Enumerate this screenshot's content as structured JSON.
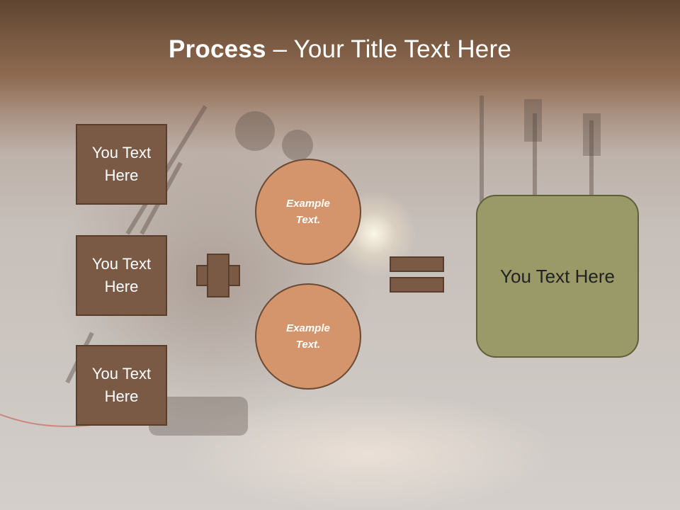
{
  "title": {
    "bold": "Process",
    "rest": " – Your Title Text Here"
  },
  "inputs": [
    {
      "label": "You Text Here"
    },
    {
      "label": "You Text Here"
    },
    {
      "label": "You Text Here"
    }
  ],
  "examples": [
    {
      "line1": "Example",
      "line2": "Text."
    },
    {
      "line1": "Example",
      "line2": "Text."
    }
  ],
  "result": {
    "label": "You Text Here"
  },
  "colors": {
    "box": "#7a5a45",
    "circle": "#d4956c",
    "result": "#9a9a69",
    "header": "#6b4c37"
  }
}
